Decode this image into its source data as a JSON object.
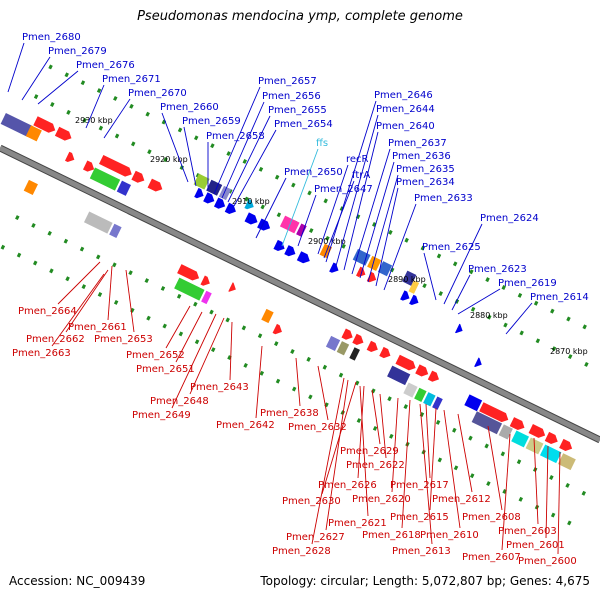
{
  "title": "Pseudomonas mendocina ymp, complete genome",
  "footer": {
    "accession": "Accession: NC_009439",
    "topology": "Topology: circular; Length: 5,072,807 bp; Genes: 4,675"
  },
  "colors": {
    "top_label": "#0000cc",
    "bottom_label": "#cc0000",
    "rna_label": "#33bbdd",
    "backbone": "#888888",
    "tick": "#228b22"
  },
  "kbp_ticks": [
    "2930 kbp",
    "2920 kbp",
    "2910 kbp",
    "2900 kbp",
    "2890 kbp",
    "2880 kbp",
    "2870 kbp"
  ],
  "top_labels": [
    "Pmen_2680",
    "Pmen_2679",
    "Pmen_2676",
    "Pmen_2671",
    "Pmen_2670",
    "Pmen_2660",
    "Pmen_2659",
    "Pmen_2658",
    "Pmen_2657",
    "Pmen_2656",
    "Pmen_2655",
    "Pmen_2654",
    "ffs",
    "Pmen_2650",
    "recR",
    "ftrA",
    "Pmen_2647",
    "Pmen_2646",
    "Pmen_2644",
    "Pmen_2640",
    "Pmen_2637",
    "Pmen_2636",
    "Pmen_2635",
    "Pmen_2634",
    "Pmen_2633",
    "Pmen_2624",
    "Pmen_2625",
    "Pmen_2623",
    "Pmen_2619",
    "Pmen_2614"
  ],
  "bottom_labels": [
    "Pmen_2664",
    "Pmen_2661",
    "Pmen_2662",
    "Pmen_2663",
    "Pmen_2653",
    "Pmen_2652",
    "Pmen_2651",
    "Pmen_2643",
    "Pmen_2648",
    "Pmen_2649",
    "Pmen_2642",
    "Pmen_2638",
    "Pmen_2632",
    "Pmen_2629",
    "Pmen_2622",
    "Pmen_2626",
    "Pmen_2617",
    "Pmen_2630",
    "Pmen_2620",
    "Pmen_2612",
    "Pmen_2615",
    "Pmen_2608",
    "Pmen_2621",
    "Pmen_2618",
    "Pmen_2610",
    "Pmen_2603",
    "Pmen_2627",
    "Pmen_2601",
    "Pmen_2613",
    "Pmen_2607",
    "Pmen_2628",
    "Pmen_2600"
  ]
}
